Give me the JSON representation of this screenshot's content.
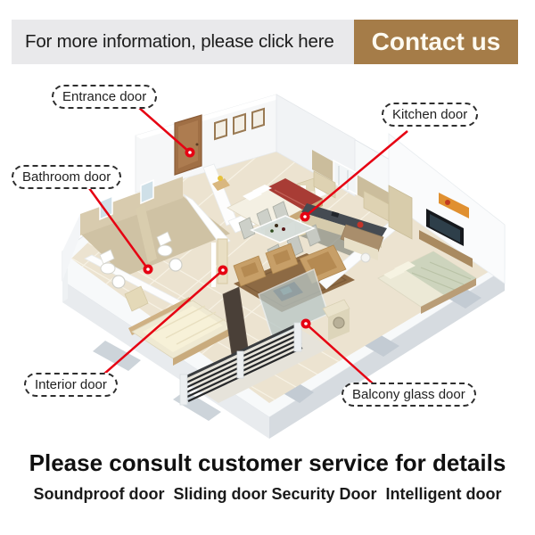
{
  "banner": {
    "text": "For more information, please click here",
    "button_label": "Contact us",
    "bg_color": "#e9e9eb",
    "button_color": "#a57c48"
  },
  "callouts": {
    "entrance": {
      "label": "Entrance door"
    },
    "kitchen": {
      "label": "Kitchen door"
    },
    "bathroom": {
      "label": "Bathroom door"
    },
    "interior": {
      "label": "Interior door"
    },
    "balcony": {
      "label": "Balcony glass door"
    }
  },
  "colors": {
    "accent_red": "#e60012",
    "label_border": "#2e2e2e",
    "wall_white": "#f8fafb",
    "floor_cream": "#ece3d0"
  },
  "footer": {
    "title": "Please consult customer service for details",
    "subtitle": "Soundproof door  Sliding door Security Door  Intelligent door"
  }
}
